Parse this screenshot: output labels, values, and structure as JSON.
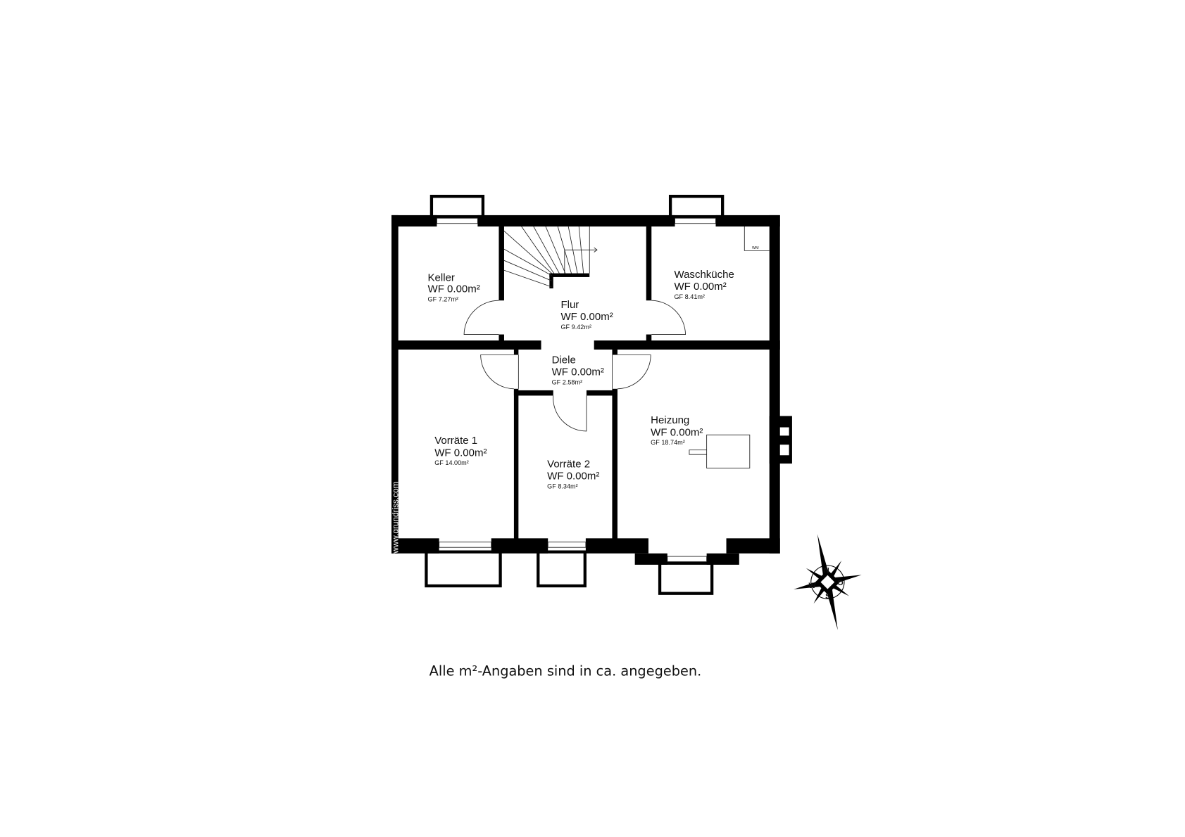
{
  "rooms": [
    {
      "name": "Keller",
      "wf": "WF 0.00m²",
      "gf": "GF 7.27m²"
    },
    {
      "name": "Flur",
      "wf": "WF 0.00m²",
      "gf": "GF 9.42m²"
    },
    {
      "name": "Waschküche",
      "wf": "WF 0.00m²",
      "gf": "GF 8.41m²"
    },
    {
      "name": "Diele",
      "wf": "WF 0.00m²",
      "gf": "GF 2.58m²"
    },
    {
      "name": "Vorräte 1",
      "wf": "WF 0.00m²",
      "gf": "GF 14.00m²"
    },
    {
      "name": "Vorräte 2",
      "wf": "WF 0.00m²",
      "gf": "GF 8.34m²"
    },
    {
      "name": "Heizung",
      "wf": "WF 0.00m²",
      "gf": "GF 18.74m²"
    }
  ],
  "washer_label": "WM",
  "watermark": "www.grundriss.com",
  "compass": {
    "n": "N",
    "o": "O",
    "s": "S",
    "w": "W"
  },
  "caption": "Alle m²-Angaben sind in ca. angegeben."
}
